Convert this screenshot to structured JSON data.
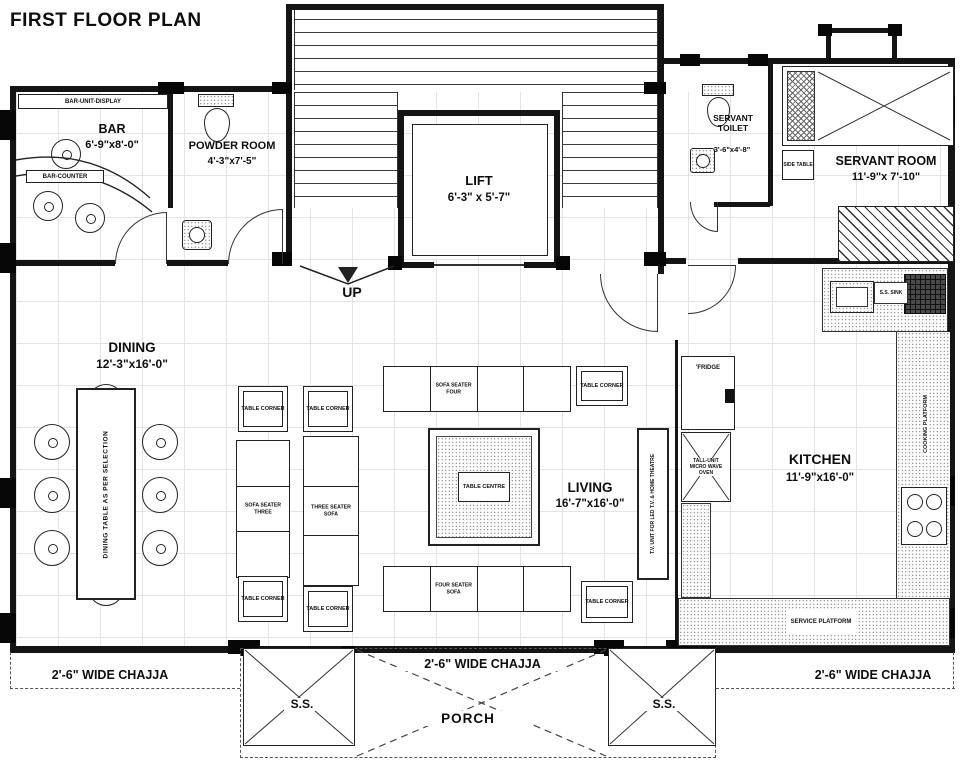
{
  "title": "FIRST FLOOR PLAN",
  "rooms": {
    "bar": {
      "name": "BAR",
      "dims": "6'-9\"x8'-0\""
    },
    "powder_room": {
      "name": "POWDER ROOM",
      "dims": "4'-3\"x7'-5\""
    },
    "lift": {
      "name": "LIFT",
      "dims": "6'-3\" x 5'-7\""
    },
    "servant_toilet": {
      "name": "SERVANT TOILET",
      "dims": "3'-6\"x4'-8\""
    },
    "servant_room": {
      "name": "SERVANT ROOM",
      "dims": "11'-9\"x 7'-10\""
    },
    "dining": {
      "name": "DINING",
      "dims": "12'-3\"x16'-0\""
    },
    "living": {
      "name": "LIVING",
      "dims": "16'-7\"x16'-0\""
    },
    "kitchen": {
      "name": "KITCHEN",
      "dims": "11'-9\"x16'-0\""
    }
  },
  "furniture": {
    "bar_unit_display": "BAR-UNIT-DISPLAY",
    "bar_counter": "BAR-COUNTER",
    "side_table": "SIDE TABLE",
    "dining_table": "DINING TABLE AS PER SELECTION",
    "sofa_seater_four": "SOFA SEATER FOUR",
    "four_seater_sofa": "FOUR SEATER SOFA",
    "sofa_seater_three": "SOFA SEATER THREE",
    "three_seater_sofa": "THREE SEATER SOFA",
    "table_corner": "TABLE CORNER",
    "table_centre": "TABLE CENTRE",
    "tv_unit": "T.V. UNIT FOR LED T.V. & HOME THEATRE",
    "fridge": "'FRIDGE",
    "tall_unit": "TALL-UNIT MICRO WAVE OVEN",
    "ss_sink": "S.S. SINK",
    "service_platform": "SERVICE PLATFORM",
    "cooking_platform": "COOKING PLATFORM"
  },
  "annotations": {
    "up": "UP",
    "porch": "PORCH",
    "ss": "S.S.",
    "chajja": "2'-6\" WIDE CHAJJA"
  },
  "colors": {
    "ink": "#111111",
    "grid": "#e0e0e0",
    "paper": "#ffffff"
  }
}
